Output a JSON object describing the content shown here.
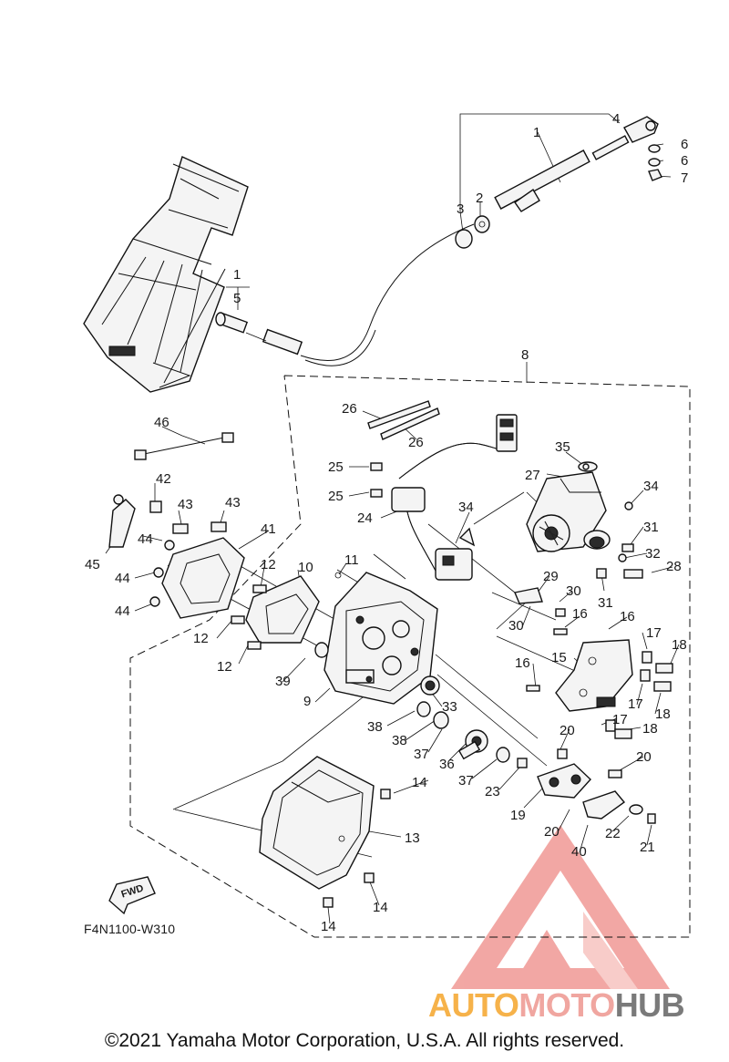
{
  "diagram": {
    "callouts": [
      {
        "id": "c1a",
        "label": "1"
      },
      {
        "id": "c2",
        "label": "2"
      },
      {
        "id": "c3",
        "label": "3"
      },
      {
        "id": "c4",
        "label": "4"
      },
      {
        "id": "c6a",
        "label": "6"
      },
      {
        "id": "c6b",
        "label": "6"
      },
      {
        "id": "c7",
        "label": "7"
      },
      {
        "id": "c1b",
        "label": "1"
      },
      {
        "id": "c5",
        "label": "5"
      },
      {
        "id": "c8",
        "label": "8"
      },
      {
        "id": "c26a",
        "label": "26"
      },
      {
        "id": "c26b",
        "label": "26"
      },
      {
        "id": "c46",
        "label": "46"
      },
      {
        "id": "c35",
        "label": "35"
      },
      {
        "id": "c25a",
        "label": "25"
      },
      {
        "id": "c27",
        "label": "27"
      },
      {
        "id": "c34a",
        "label": "34"
      },
      {
        "id": "c25b",
        "label": "25"
      },
      {
        "id": "c42",
        "label": "42"
      },
      {
        "id": "c43a",
        "label": "43"
      },
      {
        "id": "c43b",
        "label": "43"
      },
      {
        "id": "c24",
        "label": "24"
      },
      {
        "id": "c34b",
        "label": "34"
      },
      {
        "id": "c31a",
        "label": "31"
      },
      {
        "id": "c44a",
        "label": "44"
      },
      {
        "id": "c41",
        "label": "41"
      },
      {
        "id": "c32",
        "label": "32"
      },
      {
        "id": "c45",
        "label": "45"
      },
      {
        "id": "c11",
        "label": "11"
      },
      {
        "id": "c12a",
        "label": "12"
      },
      {
        "id": "c10",
        "label": "10"
      },
      {
        "id": "c28",
        "label": "28"
      },
      {
        "id": "c44b",
        "label": "44"
      },
      {
        "id": "c29",
        "label": "29"
      },
      {
        "id": "c30a",
        "label": "30"
      },
      {
        "id": "c31b",
        "label": "31"
      },
      {
        "id": "c44c",
        "label": "44"
      },
      {
        "id": "c30b",
        "label": "30"
      },
      {
        "id": "c16a",
        "label": "16"
      },
      {
        "id": "c16b",
        "label": "16"
      },
      {
        "id": "c12b",
        "label": "12"
      },
      {
        "id": "c17a",
        "label": "17"
      },
      {
        "id": "c18a",
        "label": "18"
      },
      {
        "id": "c15",
        "label": "15"
      },
      {
        "id": "c12c",
        "label": "12"
      },
      {
        "id": "c39",
        "label": "39"
      },
      {
        "id": "c16c",
        "label": "16"
      },
      {
        "id": "c9",
        "label": "9"
      },
      {
        "id": "c33",
        "label": "33"
      },
      {
        "id": "c17b",
        "label": "17"
      },
      {
        "id": "c18b",
        "label": "18"
      },
      {
        "id": "c38a",
        "label": "38"
      },
      {
        "id": "c38b",
        "label": "38"
      },
      {
        "id": "c17c",
        "label": "17"
      },
      {
        "id": "c18c",
        "label": "18"
      },
      {
        "id": "c20a",
        "label": "20"
      },
      {
        "id": "c37a",
        "label": "37"
      },
      {
        "id": "c36",
        "label": "36"
      },
      {
        "id": "c20b",
        "label": "20"
      },
      {
        "id": "c37b",
        "label": "37"
      },
      {
        "id": "c23",
        "label": "23"
      },
      {
        "id": "c14a",
        "label": "14"
      },
      {
        "id": "c19",
        "label": "19"
      },
      {
        "id": "c20c",
        "label": "20"
      },
      {
        "id": "c22",
        "label": "22"
      },
      {
        "id": "c13",
        "label": "13"
      },
      {
        "id": "c21",
        "label": "21"
      },
      {
        "id": "c40",
        "label": "40"
      },
      {
        "id": "c14b",
        "label": "14"
      },
      {
        "id": "c14c",
        "label": "14"
      }
    ],
    "fwd_label": "FWD",
    "code": "F4N1100-W310"
  },
  "watermark": {
    "word_auto": "AUTO",
    "word_moto": "MOTO",
    "word_hub": "HUB",
    "colors": {
      "auto": "#f6b24a",
      "moto": "#f0a6a0",
      "hub": "#7a7a7a",
      "logo": "#e8605a"
    }
  },
  "footer": {
    "copyright": "©2021 Yamaha Motor Corporation, U.S.A. All rights reserved."
  }
}
